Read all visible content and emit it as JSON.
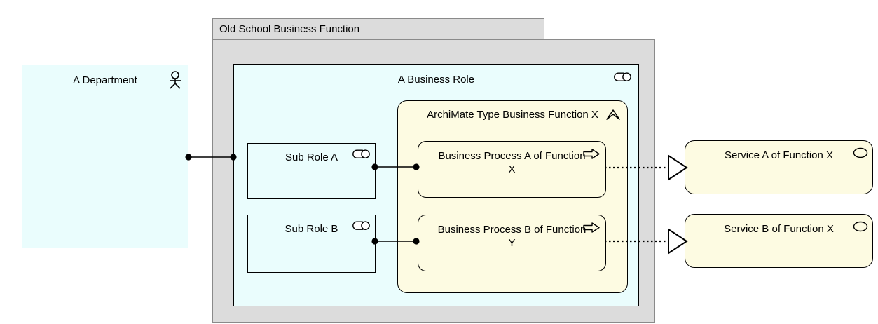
{
  "diagram": {
    "title": "Old School Business Function",
    "type": "archimate-business-layer-diagram",
    "colors": {
      "group_fill": "#dcdcdc",
      "group_border": "#8a8a8a",
      "role_fill": "#eafdfd",
      "function_fill": "#fdfbe2",
      "process_fill": "#fdfbe2",
      "service_fill": "#fdfbe2",
      "line": "#000000"
    }
  },
  "group": {
    "tab_label": "Old School Business Function",
    "name": "old-school-business-function-group"
  },
  "nodes": {
    "department": {
      "label": "A Department",
      "icon": "actor-icon",
      "element_type": "Business Actor"
    },
    "business_role": {
      "label": "A Business Role",
      "icon": "role-icon",
      "element_type": "Business Role"
    },
    "business_function": {
      "label": "ArchiMate Type Business Function X",
      "icon": "function-icon",
      "element_type": "Business Function"
    },
    "sub_role_a": {
      "label": "Sub Role A",
      "icon": "role-icon",
      "element_type": "Business Role"
    },
    "sub_role_b": {
      "label": "Sub Role B",
      "icon": "role-icon",
      "element_type": "Business Role"
    },
    "process_a": {
      "label": "Business Process A of Function X",
      "icon": "process-arrow-icon",
      "element_type": "Business Process"
    },
    "process_b": {
      "label": "Business Process B of Function Y",
      "icon": "process-arrow-icon",
      "element_type": "Business Process"
    },
    "service_a": {
      "label": "Service A of Function X",
      "icon": "service-oval-icon",
      "element_type": "Business Service"
    },
    "service_b": {
      "label": "Service B of Function X",
      "icon": "service-oval-icon",
      "element_type": "Business Service"
    }
  },
  "relations": [
    {
      "name": "assignment-department-to-business-role",
      "kind": "assignment",
      "from": "department",
      "to": "business_role"
    },
    {
      "name": "assignment-sub-role-a-to-process-a",
      "kind": "assignment",
      "from": "sub_role_a",
      "to": "process_a"
    },
    {
      "name": "assignment-sub-role-b-to-process-b",
      "kind": "assignment",
      "from": "sub_role_b",
      "to": "process_b"
    },
    {
      "name": "realization-process-a-to-service-a",
      "kind": "realization",
      "from": "process_a",
      "to": "service_a"
    },
    {
      "name": "realization-process-b-to-service-b",
      "kind": "realization",
      "from": "process_b",
      "to": "service_b"
    }
  ]
}
